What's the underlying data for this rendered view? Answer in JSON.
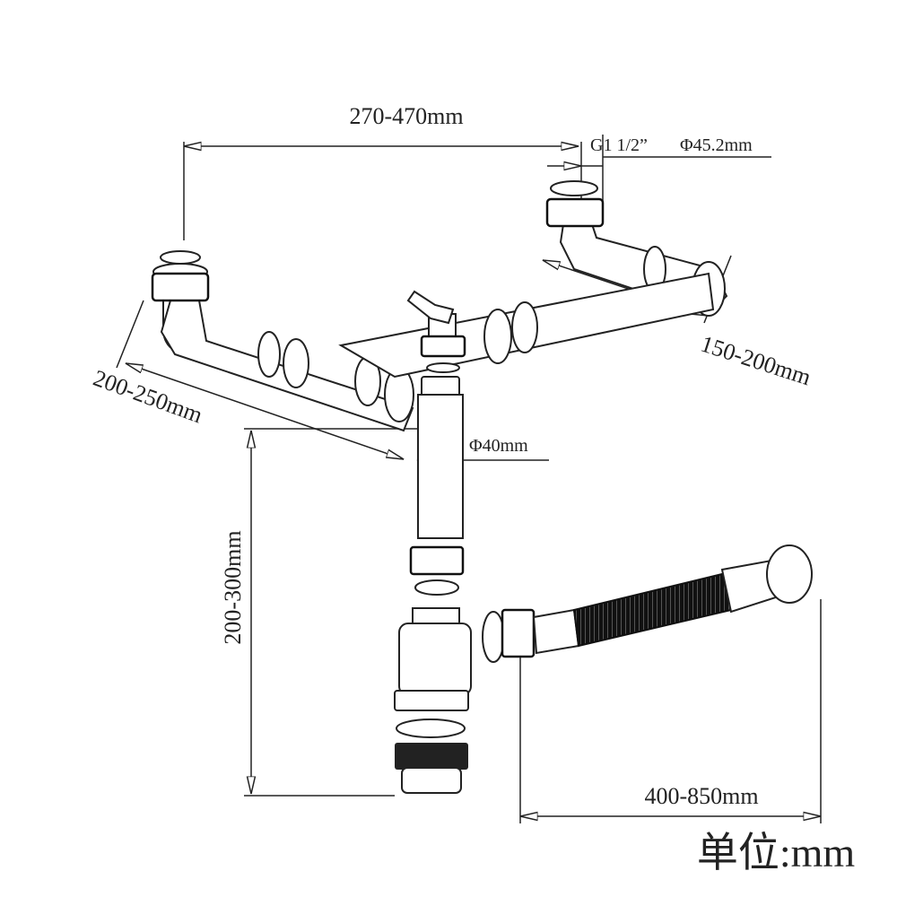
{
  "dimensions": {
    "top_width": "270-470mm",
    "thread": "G1 1/2”",
    "outlet_diameter": "Φ45.2mm",
    "right_arm": "150-200mm",
    "left_arm": "200-250mm",
    "pipe_diameter": "Φ40mm",
    "trap_height": "200-300mm",
    "hose_length": "400-850mm"
  },
  "unit_label": "单位:mm",
  "colors": {
    "line": "#222222",
    "hose": "#111111"
  }
}
